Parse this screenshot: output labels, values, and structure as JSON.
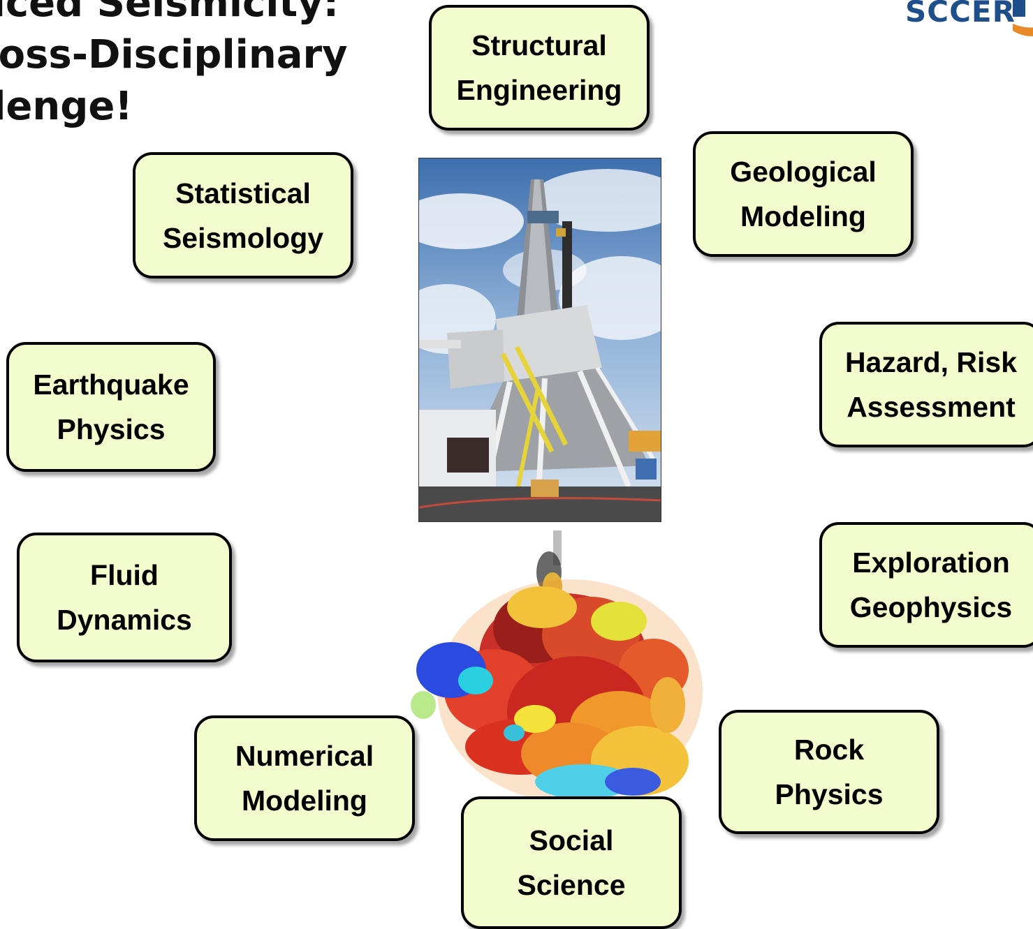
{
  "title": {
    "line1": "uced Seismicity:",
    "line2": "ross-Disciplinary",
    "line3": "llenge!"
  },
  "logo": {
    "text": "SCCER",
    "colors": {
      "text": "#1f4f8a",
      "accent": "#e98a2a"
    }
  },
  "disciplines": {
    "structural": {
      "line1": "Structural",
      "line2": "Engineering"
    },
    "statistical": {
      "line1": "Statistical",
      "line2": "Seismology"
    },
    "geological": {
      "line1": "Geological",
      "line2": "Modeling"
    },
    "earthquake": {
      "line1": "Earthquake",
      "line2": "Physics"
    },
    "hazard": {
      "line1": "Hazard, Risk",
      "line2": "Assessment"
    },
    "fluid": {
      "line1": "Fluid",
      "line2": "Dynamics"
    },
    "exploration": {
      "line1": "Exploration",
      "line2": "Geophysics"
    },
    "numerical": {
      "line1": "Numerical",
      "line2": "Modeling"
    },
    "rock": {
      "line1": "Rock",
      "line2": "Physics"
    },
    "social": {
      "line1": "Social",
      "line2": "Science"
    }
  },
  "colors": {
    "box_fill": "#f3fccd",
    "box_border": "#000000"
  },
  "images": {
    "center_photo": "drilling-rig-photo",
    "seismicity_cloud": "seismicity-cloud-image"
  }
}
